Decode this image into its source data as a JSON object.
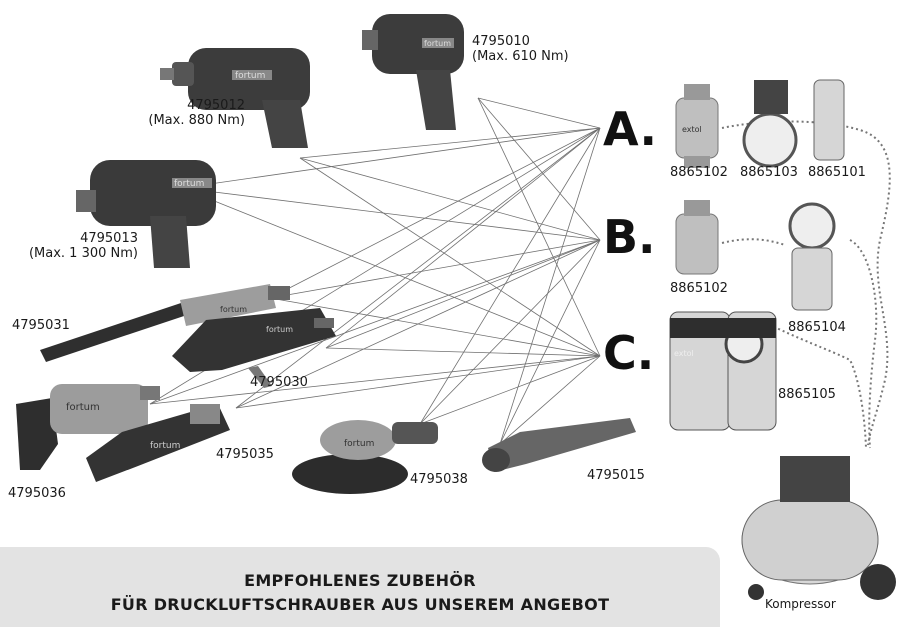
{
  "tools": [
    {
      "code": "4795012",
      "spec": "(Max. 880 Nm)"
    },
    {
      "code": "4795010",
      "spec": "(Max. 610 Nm)"
    },
    {
      "code": "4795013",
      "spec": "(Max. 1 300 Nm)"
    },
    {
      "code": "4795031"
    },
    {
      "code": "4795030"
    },
    {
      "code": "4795036"
    },
    {
      "code": "4795035"
    },
    {
      "code": "4795038"
    },
    {
      "code": "4795015"
    }
  ],
  "brand_on_tools": "fortum",
  "brand_on_accessories": "extol",
  "sets": [
    {
      "letter": "A.",
      "items": [
        "8865102",
        "8865103",
        "8865101"
      ]
    },
    {
      "letter": "B.",
      "items": [
        "8865102",
        "8865104"
      ]
    },
    {
      "letter": "C.",
      "items": [
        "8865105"
      ]
    }
  ],
  "compressor_label": "Kompressor",
  "banner": {
    "line1": "EMPFOHLENES ZUBEHÖR",
    "line2": "FÜR DRUCKLUFTSCHRAUBER AUS UNSEREM ANGEBOT"
  },
  "colors": {
    "tool_body": "#3a3a3a",
    "tool_light": "#9a9a9a",
    "line": "#666666",
    "banner_bg": "#e3e3e3"
  }
}
